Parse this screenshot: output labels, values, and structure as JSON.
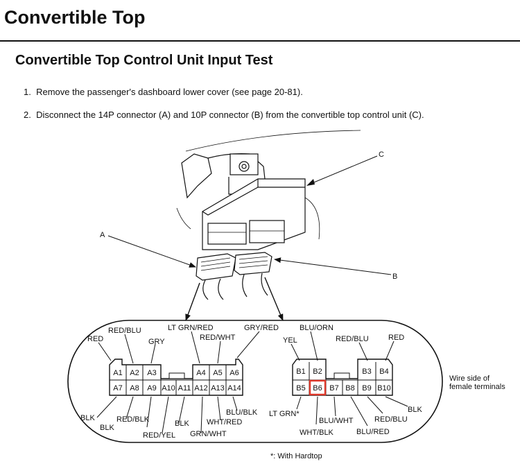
{
  "page_title": "Convertible Top",
  "section_title": "Convertible Top Control Unit Input Test",
  "steps": [
    {
      "num": "1.",
      "text": "Remove the passenger's dashboard lower cover (see page 20-81)."
    },
    {
      "num": "2.",
      "text": "Disconnect the 14P connector (A) and 10P connector (B) from the convertible top control unit (C)."
    }
  ],
  "callouts": {
    "a": "A",
    "b": "B",
    "c": "C"
  },
  "connector_a": {
    "top_row": [
      "A1",
      "A2",
      "A3",
      "A4",
      "A5",
      "A6"
    ],
    "bottom_row": [
      "A7",
      "A8",
      "A9",
      "A10",
      "A11",
      "A12",
      "A13",
      "A14"
    ],
    "wires_top": [
      "RED",
      "RED/BLU",
      "GRY",
      "LT GRN/RED",
      "RED/WHT",
      "GRY/RED"
    ],
    "wires_bottom": [
      "BLK",
      "RED/BLK",
      "BLK",
      "RED/YEL",
      "BLK",
      "GRN/WHT",
      "WHT/RED",
      "BLU/BLK"
    ]
  },
  "connector_b": {
    "top_row": [
      "B1",
      "B2",
      "B3",
      "B4"
    ],
    "bottom_row": [
      "B5",
      "B6",
      "B7",
      "B8",
      "B9",
      "B10"
    ],
    "highlighted": "B6",
    "highlight_color": "#e0392b",
    "wires_top": [
      "YEL",
      "BLU/ORN",
      "RED/BLU",
      "RED"
    ],
    "wires_bottom": [
      "LT GRN*",
      "WHT/BLK",
      "BLU/WHT",
      "BLU/RED",
      "RED/BLU",
      "BLK"
    ]
  },
  "wire_side_label": [
    "Wire side of",
    "female terminals"
  ],
  "footnote": "*: With Hardtop"
}
